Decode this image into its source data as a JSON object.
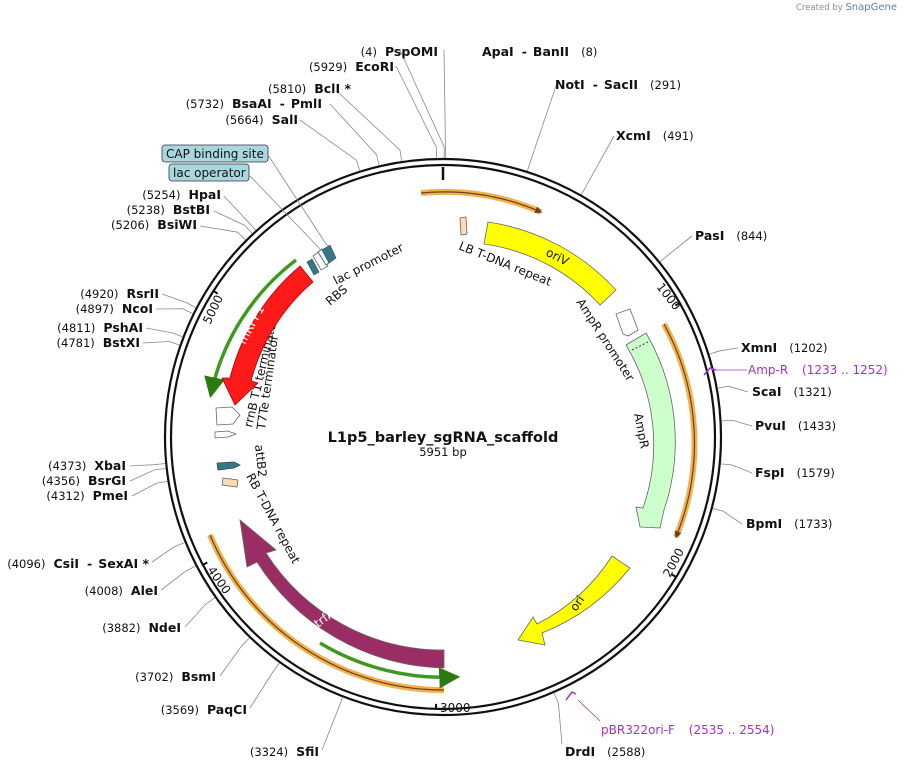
{
  "title": "L1p5_barley_sgRNA_scaffold",
  "length_label": "5951 bp",
  "total_bp": 5951,
  "watermark": {
    "prefix": "Created by",
    "brand": "SnapGene"
  },
  "ticks": [
    {
      "label": "1000",
      "bp": 1000
    },
    {
      "label": "2000",
      "bp": 2000
    },
    {
      "label": "3000",
      "bp": 3000
    },
    {
      "label": "4000",
      "bp": 4000
    },
    {
      "label": "5000",
      "bp": 5000
    }
  ],
  "sites_right": [
    {
      "name": "ApaI",
      "name2": "BanII",
      "pos": "(8)",
      "bp": 8
    },
    {
      "name": "NotI",
      "name2": "SacII",
      "pos": "(291)",
      "bp": 291
    },
    {
      "name": "XcmI",
      "pos": "(491)",
      "bp": 491
    },
    {
      "name": "PasI",
      "pos": "(844)",
      "bp": 844
    },
    {
      "name": "XmnI",
      "pos": "(1202)",
      "bp": 1202
    },
    {
      "name": "ScaI",
      "pos": "(1321)",
      "bp": 1321
    },
    {
      "name": "PvuI",
      "pos": "(1433)",
      "bp": 1433
    },
    {
      "name": "FspI",
      "pos": "(1579)",
      "bp": 1579
    },
    {
      "name": "BpmI",
      "pos": "(1733)",
      "bp": 1733
    },
    {
      "name": "DrdI",
      "pos": "(2588)",
      "bp": 2588
    }
  ],
  "sites_left": [
    {
      "name": "PspOMI",
      "pos": "(4)",
      "bp": 4
    },
    {
      "name": "EcoRI",
      "pos": "(5929)",
      "bp": 5929
    },
    {
      "name": "BclI *",
      "pos": "(5810)",
      "bp": 5810
    },
    {
      "name": "BsaAI",
      "name2": "PmlI",
      "pos": "(5732)",
      "bp": 5732
    },
    {
      "name": "SalI",
      "pos": "(5664)",
      "bp": 5664
    },
    {
      "name": "HpaI",
      "pos": "(5254)",
      "bp": 5254
    },
    {
      "name": "BstBI",
      "pos": "(5238)",
      "bp": 5238
    },
    {
      "name": "BsiWI",
      "pos": "(5206)",
      "bp": 5206
    },
    {
      "name": "RsrII",
      "pos": "(4920)",
      "bp": 4920
    },
    {
      "name": "NcoI",
      "pos": "(4897)",
      "bp": 4897
    },
    {
      "name": "PshAI",
      "pos": "(4811)",
      "bp": 4811
    },
    {
      "name": "BstXI",
      "pos": "(4781)",
      "bp": 4781
    },
    {
      "name": "XbaI",
      "pos": "(4373)",
      "bp": 4373
    },
    {
      "name": "BsrGI",
      "pos": "(4356)",
      "bp": 4356
    },
    {
      "name": "PmeI",
      "pos": "(4312)",
      "bp": 4312
    },
    {
      "name": "CsiI",
      "name2": "SexAI *",
      "pos": "(4096)",
      "bp": 4096
    },
    {
      "name": "AleI",
      "pos": "(4008)",
      "bp": 4008
    },
    {
      "name": "NdeI",
      "pos": "(3882)",
      "bp": 3882
    },
    {
      "name": "BsmI",
      "pos": "(3702)",
      "bp": 3702
    },
    {
      "name": "PaqCI",
      "pos": "(3569)",
      "bp": 3569
    },
    {
      "name": "SfiI",
      "pos": "(3324)",
      "bp": 3324
    }
  ],
  "primers": [
    {
      "name": "Amp-R",
      "range": "(1233 .. 1252)"
    },
    {
      "name": "pBR322ori-F",
      "range": "(2535 .. 2554)"
    }
  ],
  "boxed_features": [
    {
      "label": "CAP binding site"
    },
    {
      "label": "lac operator"
    }
  ],
  "features": {
    "lb_tdna": "LB T-DNA repeat",
    "oriV": "oriV",
    "ampr_promoter": "AmpR promoter",
    "ampr": "AmpR",
    "ori": "ori",
    "trfA": "trfA",
    "rb_tdna": "RB T-DNA repeat",
    "attB2": "attB2",
    "t7te": "T7Te terminator",
    "rrnb": "rrnB T1 terminator",
    "mRFP1": "mRFP1",
    "rbs": "RBS",
    "lac_promoter": "lac promoter"
  },
  "colors": {
    "oriV": "#ffff00",
    "ori": "#ffff00",
    "ampr": "#ccffcc",
    "trfA": "#9a2d63",
    "mRFP1": "#ff1a1a",
    "orf_green": "#3e9a1c",
    "orf_orange": "#f3b14e",
    "primer": "#a630c8",
    "attB2": "#31788c",
    "rbs": "#31788c",
    "tdna": "#ffd9b3",
    "box_fill": "#a9d7e0"
  }
}
